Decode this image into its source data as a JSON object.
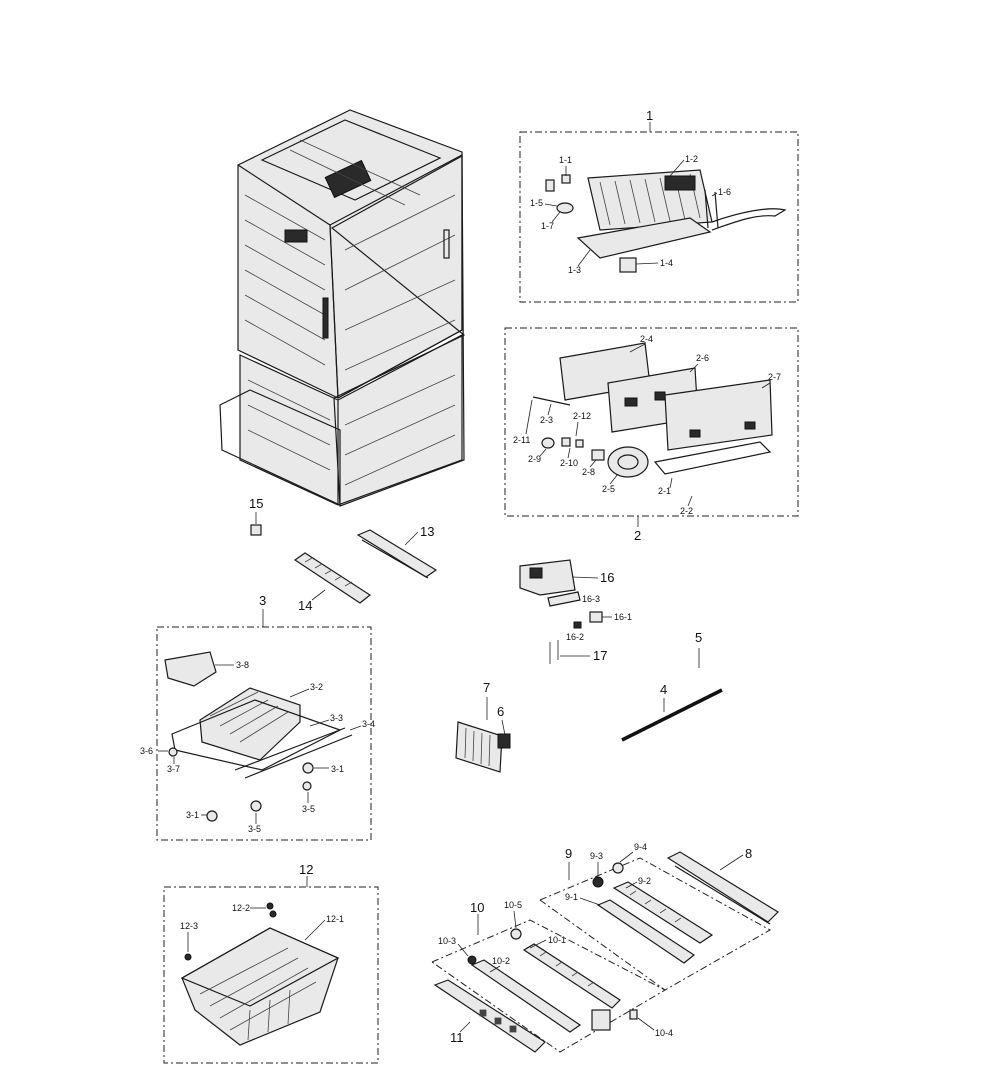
{
  "labels": {
    "l1": "1",
    "l1_1": "1-1",
    "l1_2": "1-2",
    "l1_3": "1-3",
    "l1_4": "1-4",
    "l1_5": "1-5",
    "l1_6": "1-6",
    "l1_7": "1-7",
    "l2": "2",
    "l2_1": "2-1",
    "l2_2": "2-2",
    "l2_3": "2-3",
    "l2_4": "2-4",
    "l2_5": "2-5",
    "l2_6": "2-6",
    "l2_7": "2-7",
    "l2_8": "2-8",
    "l2_9": "2-9",
    "l2_10": "2-10",
    "l2_11": "2-11",
    "l2_12": "2-12",
    "l3": "3",
    "l3_1a": "3-1",
    "l3_1b": "3-1",
    "l3_2": "3-2",
    "l3_3": "3-3",
    "l3_4": "3-4",
    "l3_5a": "3-5",
    "l3_5b": "3-5",
    "l3_6": "3-6",
    "l3_7": "3-7",
    "l3_8": "3-8",
    "l4": "4",
    "l5": "5",
    "l6": "6",
    "l7": "7",
    "l8": "8",
    "l9": "9",
    "l9_1": "9-1",
    "l9_2": "9-2",
    "l9_3": "9-3",
    "l9_4": "9-4",
    "l10": "10",
    "l10_1": "10-1",
    "l10_2": "10-2",
    "l10_3": "10-3",
    "l10_4": "10-4",
    "l10_5": "10-5",
    "l11": "11",
    "l12": "12",
    "l12_1": "12-1",
    "l12_2": "12-2",
    "l12_3": "12-3",
    "l13": "13",
    "l14": "14",
    "l15": "15",
    "l16": "16",
    "l16_1": "16-1",
    "l16_2": "16-2",
    "l16_3": "16-3",
    "l17": "17"
  }
}
